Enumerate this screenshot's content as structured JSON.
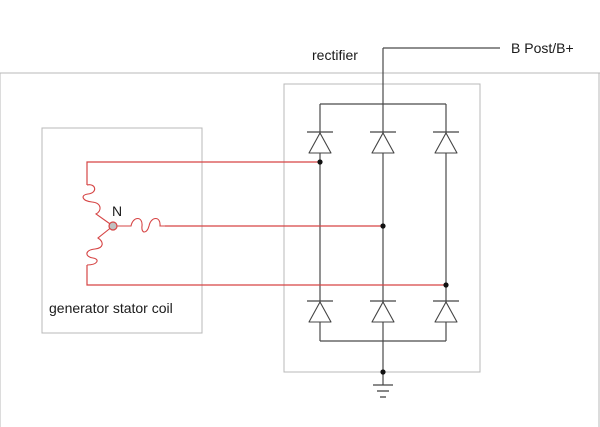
{
  "labels": {
    "rectifier": "rectifier",
    "output": "B Post/B+",
    "stator": "generator stator coil",
    "neutral": "N"
  },
  "colors": {
    "stator_wire": "#d64545",
    "rectifier_wire": "#4a4a4a",
    "frame": "#b8b8b8",
    "neutral_node": "#c0c0c0"
  },
  "icons": {
    "diode": "diode-icon",
    "ground": "ground-icon",
    "coil": "coil-icon",
    "junction": "junction-dot"
  }
}
